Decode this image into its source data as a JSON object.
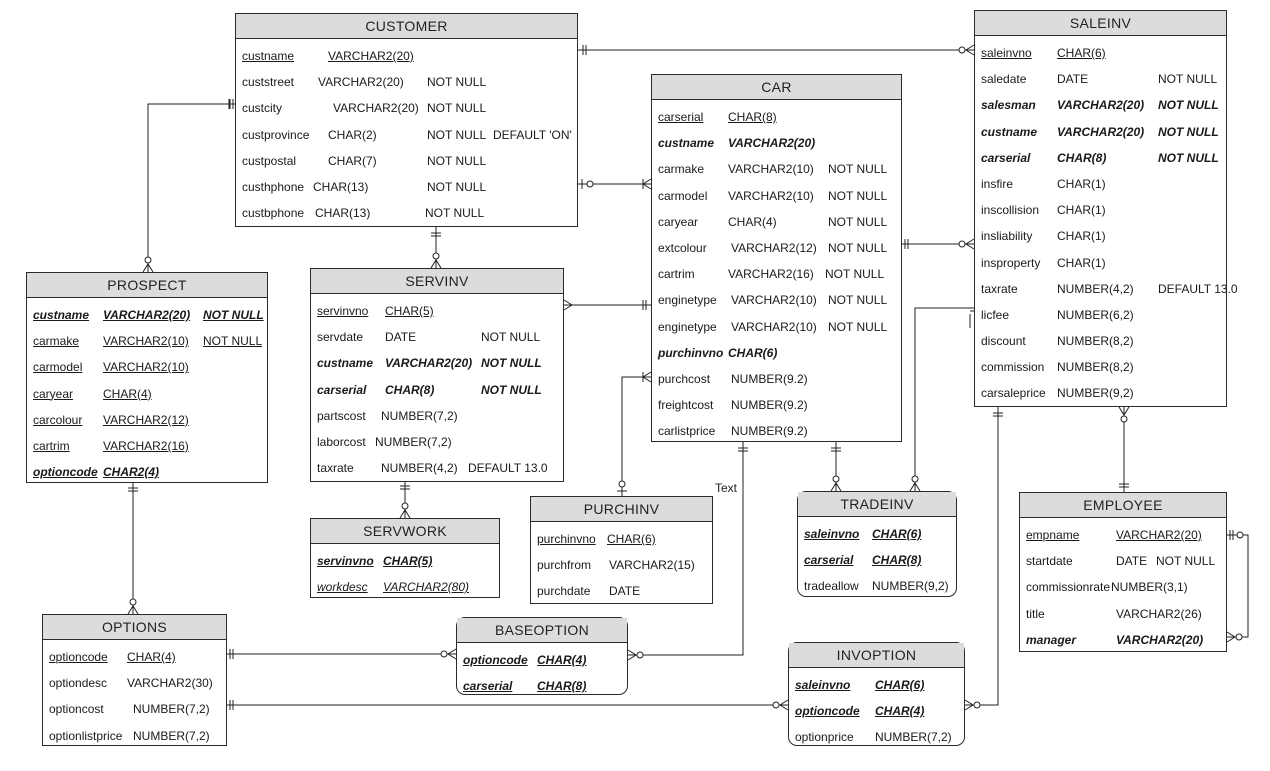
{
  "diagram_text_label": "Text",
  "entities": [
    {
      "key": "customer",
      "name": "CUSTOMER",
      "rows": [
        {
          "cells": [
            "custname",
            "VARCHAR2(20)"
          ],
          "style": "u"
        },
        {
          "cells": [
            "custstreet",
            "VARCHAR2(20)",
            "NOT NULL"
          ],
          "style": ""
        },
        {
          "cells": [
            "custcity",
            "VARCHAR2(20)",
            "NOT NULL"
          ],
          "style": ""
        },
        {
          "cells": [
            "custprovince",
            "CHAR(2)",
            "NOT NULL",
            "DEFAULT 'ON'"
          ],
          "style": ""
        },
        {
          "cells": [
            "custpostal",
            "CHAR(7)",
            "NOT NULL"
          ],
          "style": ""
        },
        {
          "cells": [
            "custhphone",
            "CHAR(13)",
            "NOT NULL"
          ],
          "style": ""
        },
        {
          "cells": [
            "custbphone",
            "CHAR(13)",
            "NOT NULL"
          ],
          "style": ""
        }
      ]
    },
    {
      "key": "car",
      "name": "CAR",
      "rows": [
        {
          "cells": [
            "carserial",
            "CHAR(8)"
          ],
          "style": "u"
        },
        {
          "cells": [
            "custname",
            "VARCHAR2(20)"
          ],
          "style": "b"
        },
        {
          "cells": [
            "carmake",
            "VARCHAR2(10)",
            "NOT NULL"
          ],
          "style": ""
        },
        {
          "cells": [
            "carmodel",
            "VARCHAR2(10)",
            "NOT NULL"
          ],
          "style": ""
        },
        {
          "cells": [
            "caryear",
            "CHAR(4)",
            "NOT NULL"
          ],
          "style": ""
        },
        {
          "cells": [
            "extcolour",
            "VARCHAR2(12)",
            "NOT NULL"
          ],
          "style": ""
        },
        {
          "cells": [
            "cartrim",
            "VARCHAR2(16)",
            "NOT NULL"
          ],
          "style": ""
        },
        {
          "cells": [
            "enginetype",
            "VARCHAR2(10)",
            "NOT NULL"
          ],
          "style": ""
        },
        {
          "cells": [
            "enginetype",
            "VARCHAR2(10)",
            "NOT NULL"
          ],
          "style": ""
        },
        {
          "cells": [
            "purchinvno",
            "CHAR(6)"
          ],
          "style": "b"
        },
        {
          "cells": [
            "purchcost",
            "NUMBER(9.2)"
          ],
          "style": ""
        },
        {
          "cells": [
            "freightcost",
            "NUMBER(9.2)"
          ],
          "style": ""
        },
        {
          "cells": [
            "carlistprice",
            "NUMBER(9.2)"
          ],
          "style": ""
        }
      ]
    },
    {
      "key": "saleinv",
      "name": "SALEINV",
      "rows": [
        {
          "cells": [
            "saleinvno",
            "CHAR(6)"
          ],
          "style": "u"
        },
        {
          "cells": [
            "saledate",
            "DATE",
            "NOT NULL"
          ],
          "style": ""
        },
        {
          "cells": [
            "salesman",
            "VARCHAR2(20)",
            "NOT NULL"
          ],
          "style": "b"
        },
        {
          "cells": [
            "custname",
            "VARCHAR2(20)",
            "NOT NULL"
          ],
          "style": "b"
        },
        {
          "cells": [
            "carserial",
            "CHAR(8)",
            "NOT NULL"
          ],
          "style": "b"
        },
        {
          "cells": [
            "insfire",
            "CHAR(1)"
          ],
          "style": ""
        },
        {
          "cells": [
            "inscollision",
            "CHAR(1)"
          ],
          "style": ""
        },
        {
          "cells": [
            "insliability",
            "CHAR(1)"
          ],
          "style": ""
        },
        {
          "cells": [
            "insproperty",
            "CHAR(1)"
          ],
          "style": ""
        },
        {
          "cells": [
            "taxrate",
            "NUMBER(4,2)",
            "DEFAULT 13.0"
          ],
          "style": ""
        },
        {
          "cells": [
            "licfee",
            "NUMBER(6,2)"
          ],
          "style": ""
        },
        {
          "cells": [
            "discount",
            "NUMBER(8,2)"
          ],
          "style": ""
        },
        {
          "cells": [
            "commission",
            "NUMBER(8,2)"
          ],
          "style": ""
        },
        {
          "cells": [
            "carsaleprice",
            "NUMBER(9,2)"
          ],
          "style": ""
        }
      ]
    },
    {
      "key": "prospect",
      "name": "PROSPECT",
      "rows": [
        {
          "cells": [
            "custname",
            "VARCHAR2(20)",
            "NOT NULL"
          ],
          "style": "b u"
        },
        {
          "cells": [
            "carmake",
            "VARCHAR2(10)",
            "NOT NULL"
          ],
          "style": "u"
        },
        {
          "cells": [
            "carmodel",
            "VARCHAR2(10)"
          ],
          "style": "u"
        },
        {
          "cells": [
            "caryear",
            "CHAR(4)"
          ],
          "style": "u"
        },
        {
          "cells": [
            "carcolour",
            "VARCHAR2(12)"
          ],
          "style": "u"
        },
        {
          "cells": [
            "cartrim",
            "VARCHAR2(16)"
          ],
          "style": "u"
        },
        {
          "cells": [
            "optioncode",
            "CHAR2(4)"
          ],
          "style": "b u"
        }
      ]
    },
    {
      "key": "servinv",
      "name": "SERVINV",
      "rows": [
        {
          "cells": [
            "servinvno",
            "CHAR(5)"
          ],
          "style": "u"
        },
        {
          "cells": [
            "servdate",
            "DATE",
            "NOT NULL"
          ],
          "style": ""
        },
        {
          "cells": [
            "custname",
            "VARCHAR2(20)",
            "NOT NULL"
          ],
          "style": "b"
        },
        {
          "cells": [
            "carserial",
            "CHAR(8)",
            "NOT NULL"
          ],
          "style": "b"
        },
        {
          "cells": [
            "partscost",
            "NUMBER(7,2)"
          ],
          "style": ""
        },
        {
          "cells": [
            "laborcost",
            "NUMBER(7,2)"
          ],
          "style": ""
        },
        {
          "cells": [
            "taxrate",
            "NUMBER(4,2)",
            "DEFAULT 13.0"
          ],
          "style": ""
        }
      ]
    },
    {
      "key": "servwork",
      "name": "SERVWORK",
      "rows": [
        {
          "cells": [
            "servinvno",
            "CHAR(5)"
          ],
          "style": "b u"
        },
        {
          "cells": [
            "workdesc",
            "VARCHAR2(80)"
          ],
          "style": "i u"
        }
      ]
    },
    {
      "key": "purchinv",
      "name": "PURCHINV",
      "rows": [
        {
          "cells": [
            "purchinvno",
            "CHAR(6)"
          ],
          "style": "u"
        },
        {
          "cells": [
            "purchfrom",
            "VARCHAR2(15)"
          ],
          "style": ""
        },
        {
          "cells": [
            "purchdate",
            "DATE"
          ],
          "style": ""
        }
      ]
    },
    {
      "key": "tradeinv",
      "name": "TRADEINV",
      "rows": [
        {
          "cells": [
            "saleinvno",
            "CHAR(6)"
          ],
          "style": "b u"
        },
        {
          "cells": [
            "carserial",
            "CHAR(8)"
          ],
          "style": "b u"
        },
        {
          "cells": [
            "tradeallow",
            "NUMBER(9,2)"
          ],
          "style": ""
        }
      ]
    },
    {
      "key": "employee",
      "name": "EMPLOYEE",
      "rows": [
        {
          "cells": [
            "empname",
            "VARCHAR2(20)"
          ],
          "style": "u"
        },
        {
          "cells": [
            "startdate",
            "DATE",
            "NOT NULL"
          ],
          "style": ""
        },
        {
          "cells": [
            "commissionrate",
            "NUMBER(3,1)"
          ],
          "style": ""
        },
        {
          "cells": [
            "title",
            "VARCHAR2(26)"
          ],
          "style": ""
        },
        {
          "cells": [
            "manager",
            "VARCHAR2(20)"
          ],
          "style": "b"
        }
      ]
    },
    {
      "key": "options",
      "name": "OPTIONS",
      "rows": [
        {
          "cells": [
            "optioncode",
            "CHAR(4)"
          ],
          "style": "u"
        },
        {
          "cells": [
            "optiondesc",
            "VARCHAR2(30)"
          ],
          "style": ""
        },
        {
          "cells": [
            "optioncost",
            "NUMBER(7,2)"
          ],
          "style": ""
        },
        {
          "cells": [
            "optionlistprice",
            "NUMBER(7,2)"
          ],
          "style": ""
        }
      ]
    },
    {
      "key": "baseoption",
      "name": "BASEOPTION",
      "rows": [
        {
          "cells": [
            "optioncode",
            "CHAR(4)"
          ],
          "style": "b u"
        },
        {
          "cells": [
            "carserial",
            "CHAR(8)"
          ],
          "style": "b u"
        }
      ]
    },
    {
      "key": "invoption",
      "name": "INVOPTION",
      "rows": [
        {
          "cells": [
            "saleinvno",
            "CHAR(6)"
          ],
          "style": "b u"
        },
        {
          "cells": [
            "optioncode",
            "CHAR(4)"
          ],
          "style": "b u"
        },
        {
          "cells": [
            "optionprice",
            "NUMBER(7,2)"
          ],
          "style": ""
        }
      ]
    }
  ]
}
